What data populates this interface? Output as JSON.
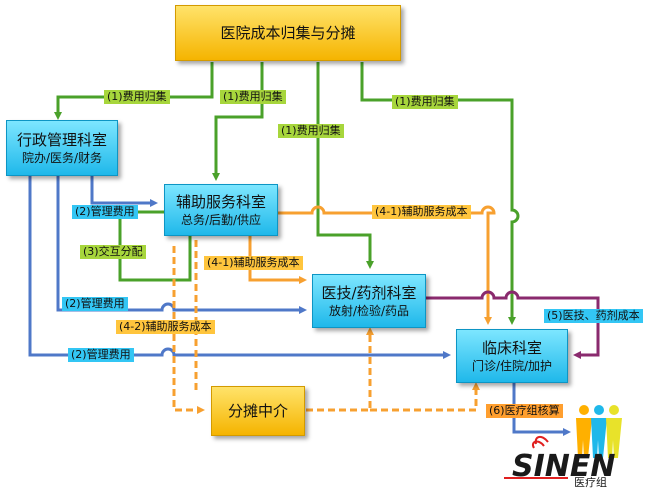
{
  "nodes": {
    "top": {
      "title": "医院成本归集与分摊"
    },
    "admin": {
      "title": "行政管理科室",
      "sub": "院办/医务/财务"
    },
    "aux": {
      "title": "辅助服务科室",
      "sub": "总务/后勤/供应"
    },
    "tech": {
      "title": "医技/药剂科室",
      "sub": "放射/检验/药品"
    },
    "clinic": {
      "title": "临床科室",
      "sub": "门诊/住院/加护"
    },
    "broker": {
      "title": "分摊中介"
    }
  },
  "labels": {
    "collect1": "(1)费用归集",
    "collect2": "(1)费用归集",
    "collect3": "(1)费用归集",
    "collect4": "(1)费用归集",
    "mgmt1": "(2)管理费用",
    "mgmt2": "(2)管理费用",
    "mgmt3": "(2)管理费用",
    "mutual": "(3)交互分配",
    "aux41a": "(4-1)辅助服务成本",
    "aux41b": "(4-1)辅助服务成本",
    "aux42": "(4-2)辅助服务成本",
    "tech5": "(5)医技、药剂成本",
    "team6": "(6)医疗组核算"
  },
  "logo": {
    "text": "SINEN",
    "subtext": "医疗组"
  },
  "colors": {
    "green": "#4aa12a",
    "blue": "#4f78c8",
    "orange": "#f7a030",
    "purple": "#8a2a6e",
    "gold": "#f5b400",
    "cyan": "#1fb8ea"
  }
}
